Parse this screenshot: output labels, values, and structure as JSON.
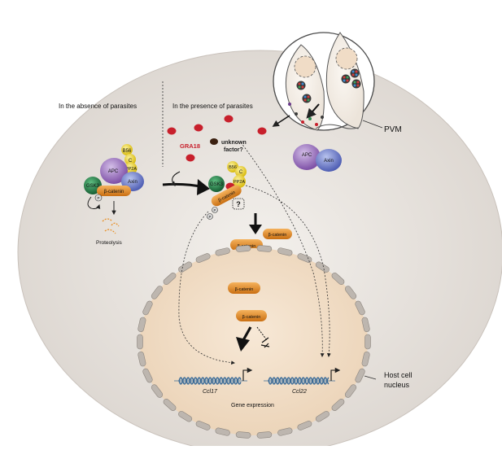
{
  "labels": {
    "absence_heading": "In the absence of parasites",
    "presence_heading": "In the presence of parasites",
    "pvm": "PVM",
    "gra18": "GRA18",
    "unknown_factor_line1": "unknown",
    "unknown_factor_line2": "factor?",
    "proteolysis": "Proteolysis",
    "gene_expression": "Gene expression",
    "host_cell_nucleus_line1": "Host cell",
    "host_cell_nucleus_line2": "nucleus",
    "gene_ccl17": "Ccl17",
    "gene_ccl22": "Ccl22",
    "question_mark": "?"
  },
  "complex": {
    "apc": "APC",
    "axin": "Axin",
    "b56": "B56",
    "c": "C",
    "pp2a": "PP2A",
    "gsk3": "GSK3",
    "beta_catenin": "β-catenin",
    "phospho": "P"
  },
  "colors": {
    "cell_outer": "#ece8e4",
    "nucleus_fill": "#f1dcc4",
    "apc_purple": "#9b6fbd",
    "axin_blue": "#6f7fc8",
    "pp2a_yellow": "#ecd72a",
    "gsk3_green": "#2f8a50",
    "beta_catenin_orange": "#e8922c",
    "gra18_red": "#c8202c",
    "dna_blue": "#3a6a96"
  }
}
